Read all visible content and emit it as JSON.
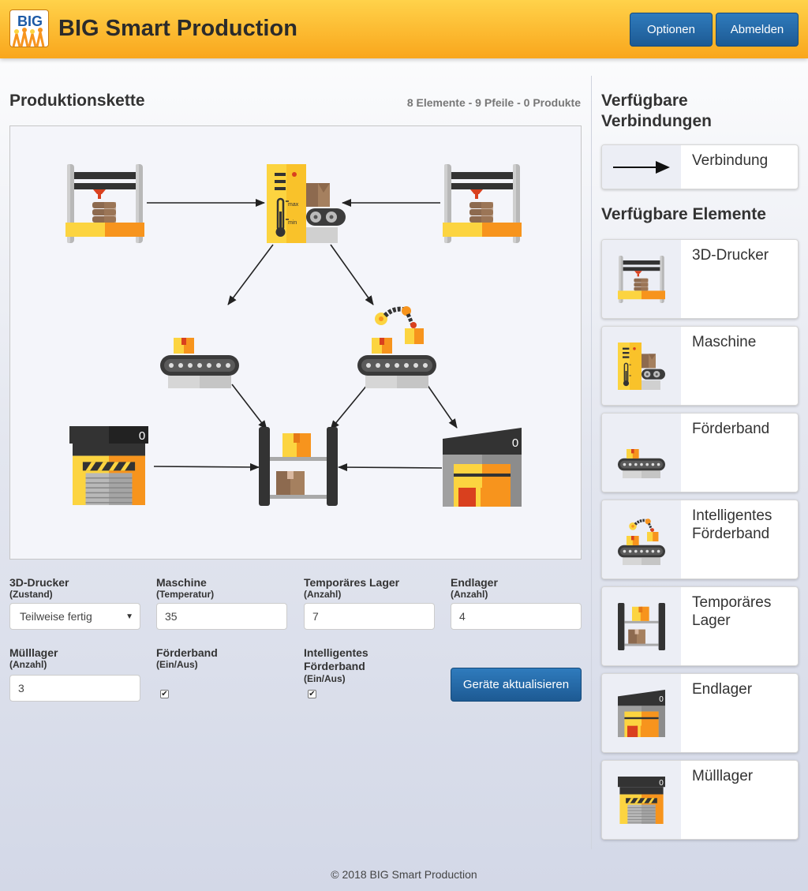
{
  "header": {
    "logo_text": "BIG",
    "title": "BIG Smart Production",
    "options_label": "Optionen",
    "logout_label": "Abmelden"
  },
  "chain": {
    "title": "Produktionskette",
    "stats": "8 Elemente - 9 Pfeile - 0 Produkte",
    "endlager_count": "0",
    "muelllager_count": "0"
  },
  "form": {
    "drucker": {
      "label": "3D-Drucker",
      "sub": "(Zustand)",
      "value": "Teilweise fertig"
    },
    "maschine": {
      "label": "Maschine",
      "sub": "(Temperatur)",
      "value": "35"
    },
    "templager": {
      "label": "Temporäres Lager",
      "sub": "(Anzahl)",
      "value": "7"
    },
    "endlager": {
      "label": "Endlager",
      "sub": "(Anzahl)",
      "value": "4"
    },
    "muelllager": {
      "label": "Mülllager",
      "sub": "(Anzahl)",
      "value": "3"
    },
    "foerderband": {
      "label": "Förderband",
      "sub": "(Ein/Aus)",
      "checked": true
    },
    "intelligent": {
      "label1": "Intelligentes",
      "label2": "Förderband",
      "sub": "(Ein/Aus)",
      "checked": true
    },
    "update_label": "Geräte aktualisieren"
  },
  "sidebar": {
    "connections_title_1": "Verfügbare",
    "connections_title_2": "Verbindungen",
    "connection_label": "Verbindung",
    "elements_title": "Verfügbare Elemente",
    "elements": [
      {
        "label": "3D-Drucker"
      },
      {
        "label": "Maschine"
      },
      {
        "label": "Förderband"
      },
      {
        "label": "Intelligentes Förderband"
      },
      {
        "label": "Temporäres Lager"
      },
      {
        "label": "Endlager"
      },
      {
        "label": "Mülllager"
      }
    ],
    "endlager_badge": "0",
    "muelllager_badge": "0"
  },
  "footer": {
    "text": "© 2018 BIG Smart Production"
  },
  "colors": {
    "header_top": "#ffd24a",
    "header_bottom": "#f9a61c",
    "button": "#1d5a93",
    "accent_orange": "#f7941d",
    "accent_yellow": "#fcd440"
  }
}
